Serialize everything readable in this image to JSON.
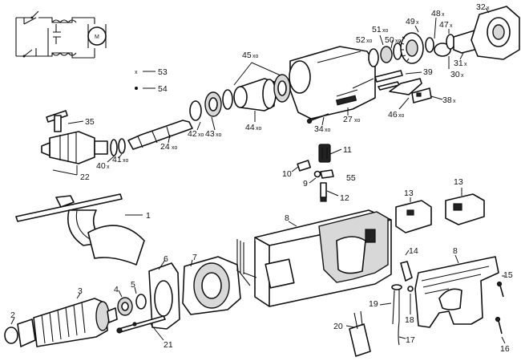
{
  "callouts": {
    "c1": "1",
    "c2": "2",
    "c3": "3",
    "c4": "4",
    "c5": "5",
    "c6": "6",
    "c7": "7",
    "c8a": "8",
    "c8b": "8",
    "c9": "9",
    "c10": "10",
    "c11": "11",
    "c12": "12",
    "c13a": "13",
    "c13b": "13",
    "c14": "14",
    "c15": "15",
    "c16": "16",
    "c17": "17",
    "c18": "18",
    "c19": "19",
    "c20": "20",
    "c21": "21",
    "c22": "22",
    "c24": "24",
    "c27": "27",
    "c30": "30",
    "c31": "31",
    "c32": "32",
    "c34": "34",
    "c35": "35",
    "c38": "38",
    "c39": "39",
    "c40": "40",
    "c41": "41",
    "c42": "42",
    "c43": "43",
    "c44": "44",
    "c45": "45",
    "c46": "46",
    "c47": "47",
    "c48": "48",
    "c49": "49",
    "c50": "50",
    "c51": "51",
    "c52": "52",
    "c55": "55"
  },
  "legend": {
    "item53": "53",
    "item54": "54"
  },
  "marks": {
    "x": "x",
    "xo": "xo"
  }
}
